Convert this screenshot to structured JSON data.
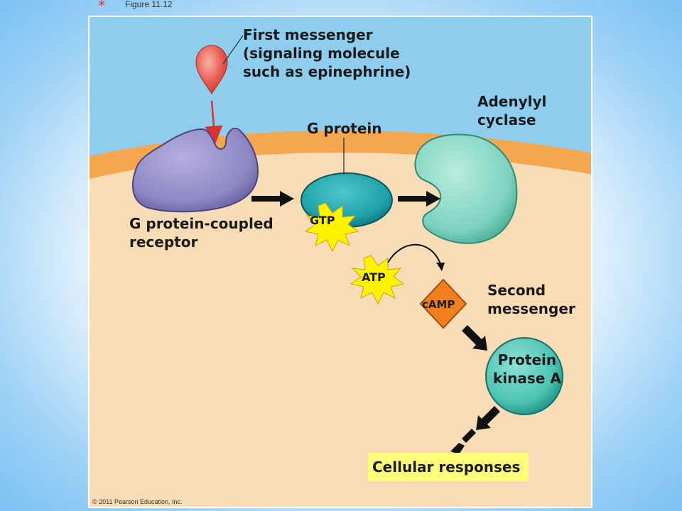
{
  "slide": {
    "bullet": "*",
    "figure_label": "Figure 11.12"
  },
  "diagram": {
    "first_messenger": "First messenger\n(signaling molecule\nsuch as epinephrine)",
    "adenylyl_cyclase": "Adenylyl\ncyclase",
    "g_protein": "G protein",
    "receptor": "G protein-coupled\nreceptor",
    "gtp": "GTP",
    "atp": "ATP",
    "camp": "cAMP",
    "second_messenger": "Second\nmessenger",
    "protein_kinase": "Protein\nkinase A",
    "cellular_responses": "Cellular responses"
  },
  "footer": {
    "copyright": "© 2011 Pearson Education, Inc."
  },
  "colors": {
    "extracellular": "#8fcdee",
    "membrane": "#f4a74f",
    "cytoplasm": "#f7dcb5",
    "receptor": "#8e88c4",
    "g_protein": "#1fa2a8",
    "adenylyl_cyclase": "#7ed3bf",
    "protein_kinase": "#4cc4b4",
    "camp": "#f07f1e",
    "burst": "#fff200",
    "ligand": "#e85b4f",
    "result_box": "#ffff7a"
  }
}
